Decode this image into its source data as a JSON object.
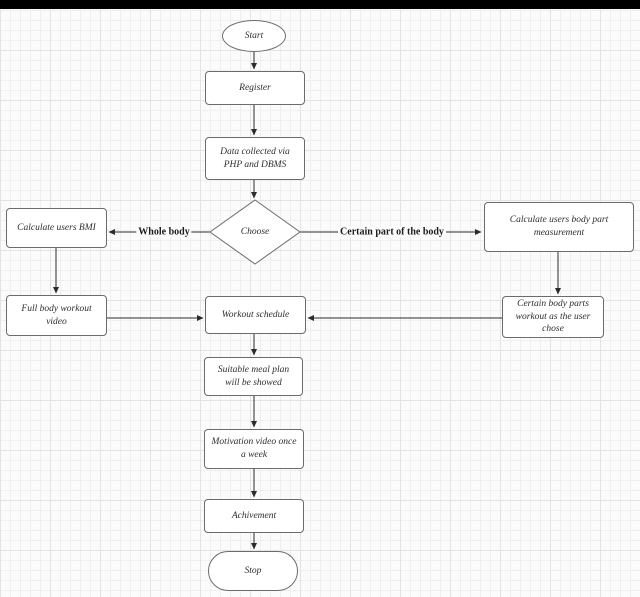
{
  "diagram": {
    "nodes": {
      "start": {
        "label": "Start",
        "shape": "ellipse"
      },
      "register": {
        "label": "Register",
        "shape": "rect"
      },
      "data_collected": {
        "label": "Data collected via PHP and DBMS",
        "shape": "rect"
      },
      "choose": {
        "label": "Choose",
        "shape": "diamond"
      },
      "calc_bmi": {
        "label": "Calculate users BMI",
        "shape": "rect"
      },
      "calc_body_part": {
        "label": "Calculate users body part measurement",
        "shape": "rect"
      },
      "full_body": {
        "label": "Full body workout video",
        "shape": "rect"
      },
      "certain_body_parts": {
        "label": "Certain body parts workout as the user chose",
        "shape": "rect"
      },
      "workout_schedule": {
        "label": "Workout schedule",
        "shape": "rect"
      },
      "suitable_meal": {
        "label": "Suitable meal plan will be showed",
        "shape": "rect"
      },
      "motivation": {
        "label": "Motivation video once a week",
        "shape": "rect"
      },
      "achivement": {
        "label": "Achivement",
        "shape": "rect"
      },
      "stop": {
        "label": "Stop",
        "shape": "stadium"
      }
    },
    "edge_labels": {
      "whole_body": "Whole body",
      "certain_part": "Certain part of the body"
    },
    "edges": [
      {
        "from": "start",
        "to": "register",
        "label": ""
      },
      {
        "from": "register",
        "to": "data_collected",
        "label": ""
      },
      {
        "from": "data_collected",
        "to": "choose",
        "label": ""
      },
      {
        "from": "choose",
        "to": "calc_bmi",
        "label": "Whole body"
      },
      {
        "from": "choose",
        "to": "calc_body_part",
        "label": "Certain part of the body"
      },
      {
        "from": "calc_bmi",
        "to": "full_body",
        "label": ""
      },
      {
        "from": "calc_body_part",
        "to": "certain_body_parts",
        "label": ""
      },
      {
        "from": "full_body",
        "to": "workout_schedule",
        "label": ""
      },
      {
        "from": "certain_body_parts",
        "to": "workout_schedule",
        "label": ""
      },
      {
        "from": "workout_schedule",
        "to": "suitable_meal",
        "label": ""
      },
      {
        "from": "suitable_meal",
        "to": "motivation",
        "label": ""
      },
      {
        "from": "motivation",
        "to": "achivement",
        "label": ""
      },
      {
        "from": "achivement",
        "to": "stop",
        "label": ""
      }
    ],
    "colors": {
      "line": "#2b2b2b",
      "border": "#6b6b6b",
      "node_fill": "#ffffff",
      "text": "#2e2e2e",
      "background": "#fbfbfb",
      "grid_minor": "#efefef",
      "grid_major": "#e3e3e3",
      "top_bar": "#000000"
    }
  }
}
